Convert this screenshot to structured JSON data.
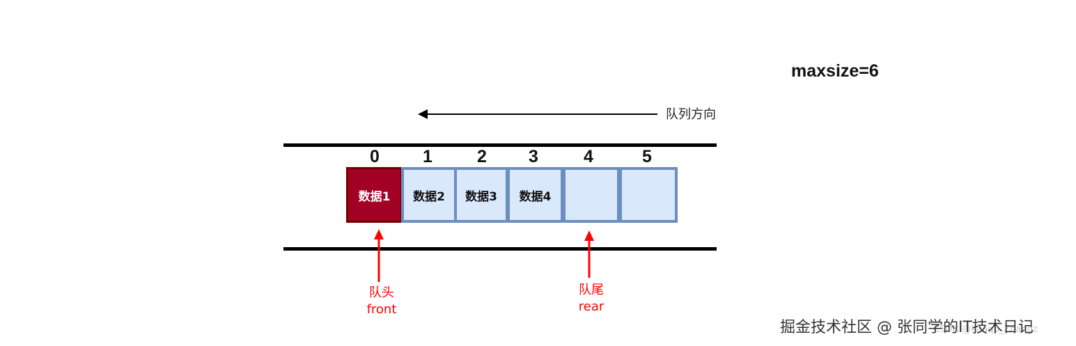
{
  "maxsize_label": "maxsize=6",
  "direction_label": "队列方向",
  "slots": [
    {
      "index": "0",
      "text": "数据1",
      "style": "head"
    },
    {
      "index": "1",
      "text": "数据2",
      "style": "data"
    },
    {
      "index": "2",
      "text": "数据3",
      "style": "data"
    },
    {
      "index": "3",
      "text": "数据4",
      "style": "data"
    },
    {
      "index": "4",
      "text": "",
      "style": "empty"
    },
    {
      "index": "5",
      "text": "",
      "style": "empty"
    }
  ],
  "front_pointer": {
    "label_cn": "队头",
    "label_en": "front"
  },
  "rear_pointer": {
    "label_cn": "队尾",
    "label_en": "rear"
  },
  "watermark": "掘金技术社区 @ 张同学的IT技术日记",
  "csdn_mark": "CSDN @Kaaqu_Zhangz",
  "colors": {
    "head_fill": "#a20025",
    "cell_fill": "#dae8fc",
    "cell_border": "#6c8ebf",
    "pointer": "#ff0000",
    "rail": "#000000"
  }
}
